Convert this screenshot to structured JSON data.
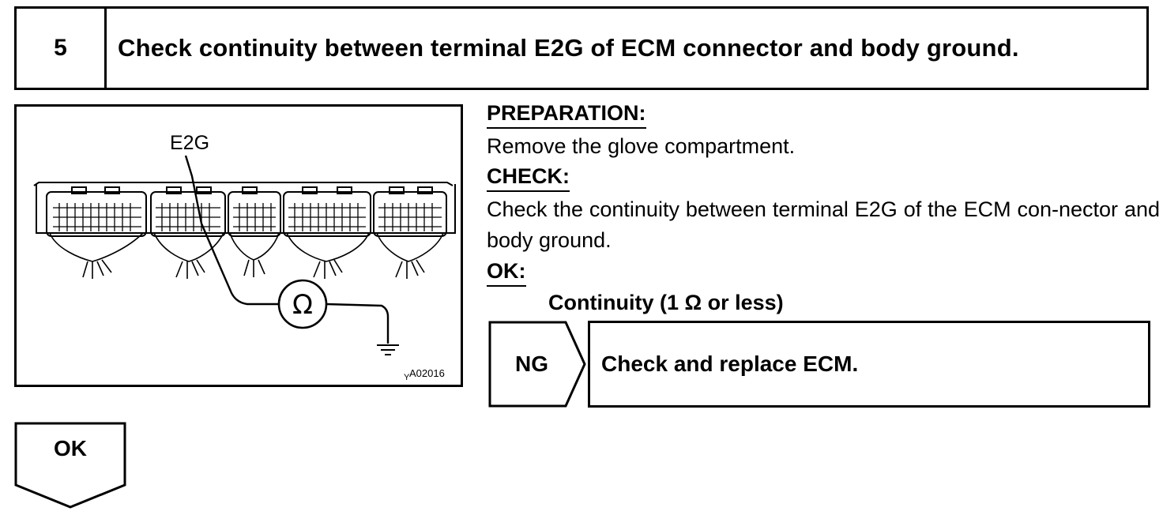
{
  "step": {
    "number": "5",
    "title": "Check continuity between terminal E2G of ECM connector and body ground."
  },
  "diagram": {
    "terminal_label": "E2G",
    "meter_symbol": "Ω",
    "figure_code": "A02016",
    "figure_prefix": "Y",
    "icons": [
      "ecm-connector-icon",
      "ohmmeter-icon",
      "ground-icon"
    ]
  },
  "instructions": {
    "preparation_heading": "PREPARATION:",
    "preparation_text": "Remove the glove compartment.",
    "check_heading": "CHECK:",
    "check_text": "Check the continuity between terminal E2G of the ECM con-nector and body ground.",
    "ok_heading": "OK:",
    "ok_spec": "Continuity (1 Ω or less)"
  },
  "ng_branch": {
    "label": "NG",
    "action": "Check and replace ECM."
  },
  "ok_branch": {
    "label": "OK"
  }
}
